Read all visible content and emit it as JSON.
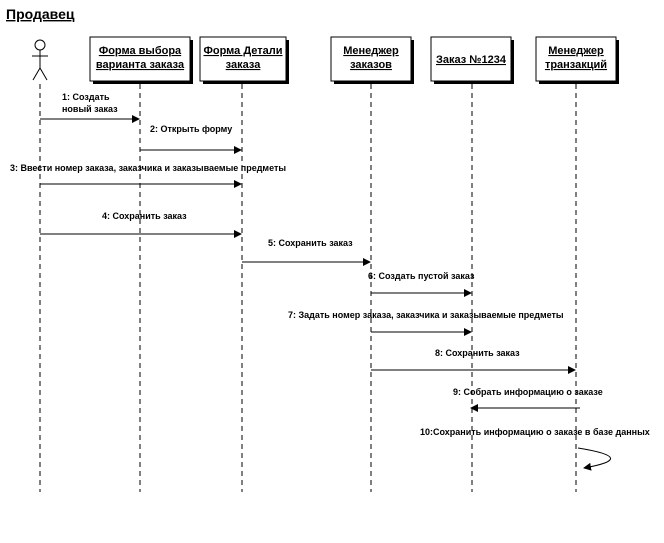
{
  "title": "Продавец",
  "participants": [
    {
      "id": "actor",
      "kind": "actor",
      "lines": []
    },
    {
      "id": "p1",
      "kind": "object",
      "lines": [
        "Форма выбора",
        "варианта заказа"
      ]
    },
    {
      "id": "p2",
      "kind": "object",
      "lines": [
        "Форма Детали",
        "заказа"
      ]
    },
    {
      "id": "p3",
      "kind": "object",
      "lines": [
        "Менеджер",
        "заказов"
      ]
    },
    {
      "id": "p4",
      "kind": "object",
      "lines": [
        "Заказ №1234"
      ]
    },
    {
      "id": "p5",
      "kind": "object",
      "lines": [
        "Менеджер",
        "транзакций"
      ]
    }
  ],
  "messages": [
    {
      "from": "actor",
      "to": "p1",
      "lines": [
        "1: Создать",
        "новый заказ"
      ]
    },
    {
      "from": "p1",
      "to": "p2",
      "lines": [
        "2: Открыть форму"
      ]
    },
    {
      "from": "actor",
      "to": "p2",
      "lines": [
        "3: Ввести номер заказа, заказчика и заказываемые предметы"
      ]
    },
    {
      "from": "actor",
      "to": "p2",
      "lines": [
        "4: Сохранить заказ"
      ]
    },
    {
      "from": "p2",
      "to": "p3",
      "lines": [
        "5: Сохранить заказ"
      ]
    },
    {
      "from": "p3",
      "to": "p4",
      "lines": [
        "6: Создать пустой заказ"
      ]
    },
    {
      "from": "p3",
      "to": "p4",
      "lines": [
        "7: Задать номер заказа, заказчика и заказываемые предметы"
      ]
    },
    {
      "from": "p3",
      "to": "p5",
      "lines": [
        "8: Сохранить заказ"
      ]
    },
    {
      "from": "p5",
      "to": "p4",
      "lines": [
        "9: Собрать информацию о заказе"
      ]
    },
    {
      "from": "p5",
      "to": "p5",
      "lines": [
        "10:Сохранить информацию о заказе в базе данных"
      ]
    }
  ]
}
